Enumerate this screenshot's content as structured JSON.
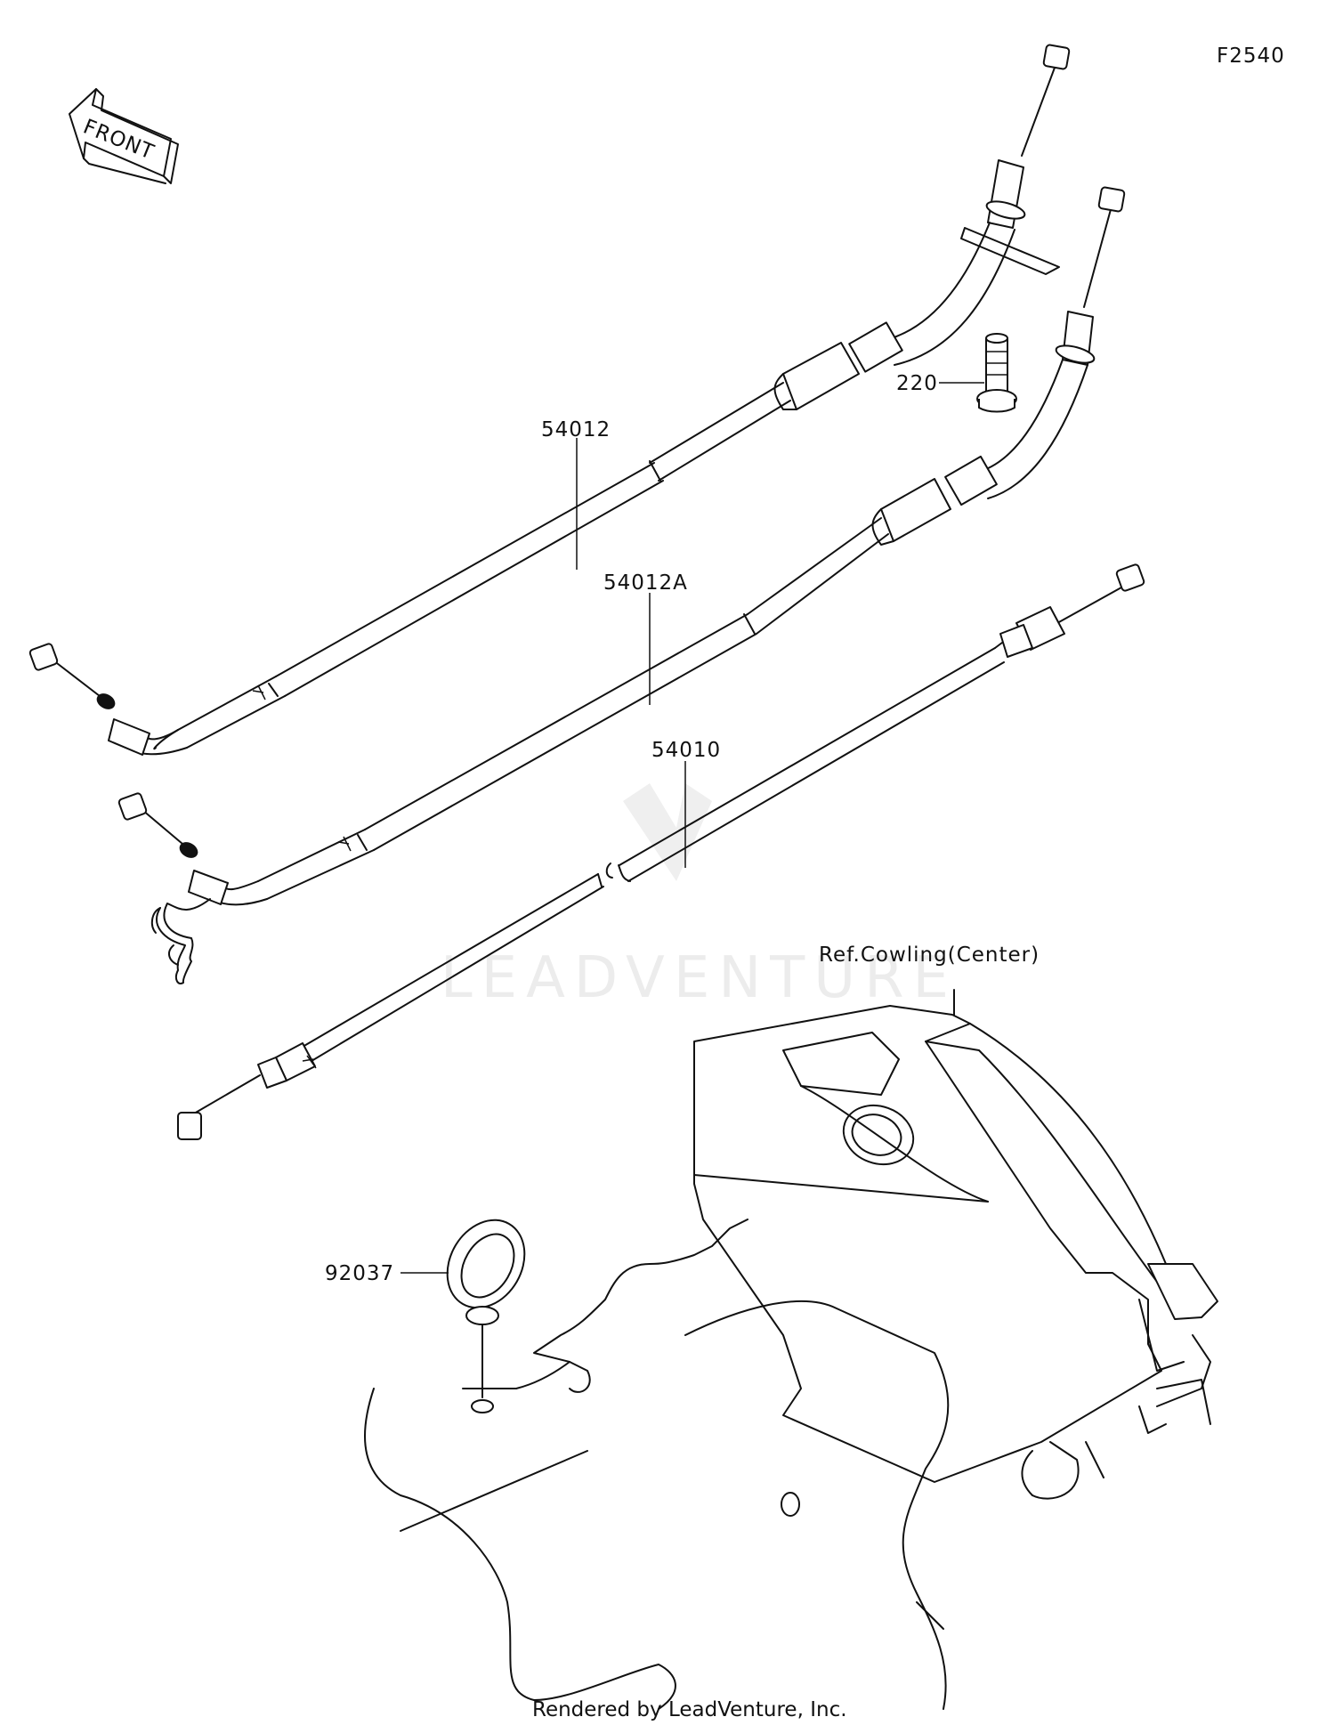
{
  "figure_code": "F2540",
  "front_arrow_label": "FRONT",
  "parts": {
    "cable_throttle_1": "54012",
    "cable_throttle_2": "54012A",
    "cable_choke": "54010",
    "bolt": "220",
    "grommet": "92037"
  },
  "reference": "Ref.Cowling(Center)",
  "watermark": "LEADVENTURE",
  "footer": "Rendered by LeadVenture, Inc."
}
